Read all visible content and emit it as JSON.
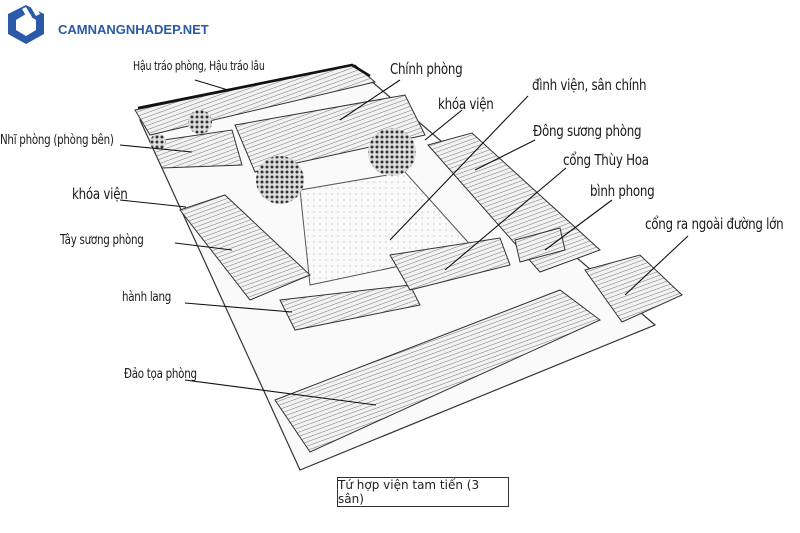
{
  "brand": {
    "name": "CAMNANGNHADEP.NET",
    "color": "#2b5aa8"
  },
  "labels": {
    "hau_trao": "Hậu tráo phòng, Hậu tráo lâu",
    "chinh_phong": "Chính phòng",
    "dinh_vien": "đình viện, sân chính",
    "khoa_vien_top": "khóa viện",
    "dong_suong": "Đông sương phòng",
    "cong_thuy_hoa": "cổng Thùy Hoa",
    "binh_phong": "bình phong",
    "cong_ra": "cổng ra ngoài đường lớn",
    "nhi_phong": "Nhĩ phòng (phòng bên)",
    "khoa_vien_left": "khóa viện",
    "tay_suong": "Tây sương phòng",
    "hanh_lang": "hành lang",
    "dao_toa": "Đảo tọa phòng"
  },
  "caption": "Tứ hợp viện tam tiến (3 sân)"
}
